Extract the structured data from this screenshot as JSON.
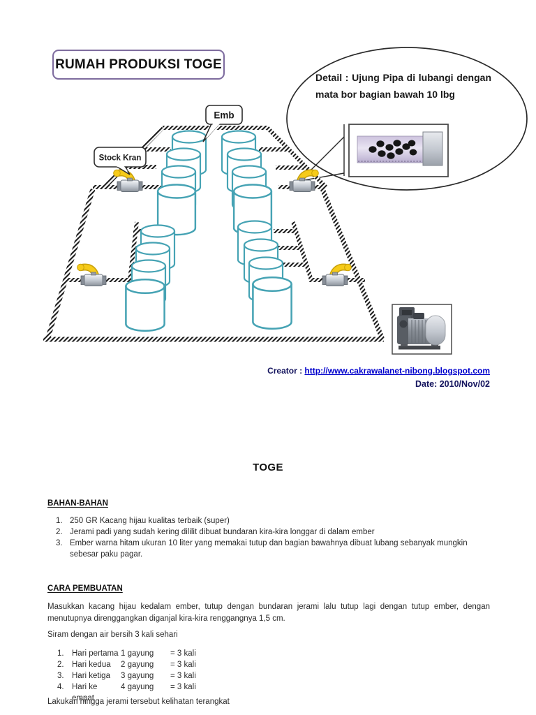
{
  "header": {
    "title": "RUMAH PRODUKSI TOGE"
  },
  "diagram": {
    "emb_label": "Emb",
    "stock_kran_label": "Stock Kran",
    "detail_note": "Detail : Ujung Pipa di lubangi dengan mata bor bagian bawah 10 lbg",
    "creator_label": "Creator :",
    "creator_url": "http://www.cakrawalanet-nibong.blogspot.com",
    "date_line": "Date: 2010/Nov/02",
    "bucket_count": 16,
    "valve_count": 4,
    "colors": {
      "bucket_stroke": "#46A3B4",
      "valve_handle": "#F6CB1A",
      "title_border": "#7E6C9E",
      "link_blue": "#0000CC"
    }
  },
  "document": {
    "main_heading": "TOGE",
    "bahan": {
      "heading": "BAHAN-BAHAN",
      "items": [
        {
          "no": "1.",
          "text": "250 GR Kacang hijau kualitas terbaik (super)"
        },
        {
          "no": "2.",
          "text": "Jerami padi yang sudah kering dililit dibuat bundaran kira-kira longgar di dalam ember"
        },
        {
          "no": "3.",
          "text": "Ember warna hitam ukuran 10 liter yang memakai tutup dan bagian bawahnya dibuat lubang sebanyak mungkin sebesar paku pagar."
        }
      ]
    },
    "cara": {
      "heading": "CARA PEMBUATAN",
      "paragraph": "Masukkan kacang hijau kedalam ember, tutup dengan bundaran jerami lalu tutup lagi dengan tutup ember, dengan menutupnya direnggangkan diganjal kira-kira renggangnya 1,5 cm.",
      "watering_intro": "Siram dengan air bersih 3 kali sehari",
      "schedule": [
        {
          "no": "1.",
          "day": "Hari pertama",
          "amount": "1 gayung",
          "freq": "= 3 kali"
        },
        {
          "no": "2.",
          "day": "Hari kedua",
          "amount": "2 gayung",
          "freq": "= 3 kali"
        },
        {
          "no": "3.",
          "day": "Hari ketiga",
          "amount": "3 gayung",
          "freq": "= 3 kali"
        },
        {
          "no": "4.",
          "day": "Hari ke empat",
          "amount": "4 gayung",
          "freq": "= 3 kali"
        }
      ],
      "closing": "Lakukan hingga jerami tersebut kelihatan terangkat"
    }
  }
}
